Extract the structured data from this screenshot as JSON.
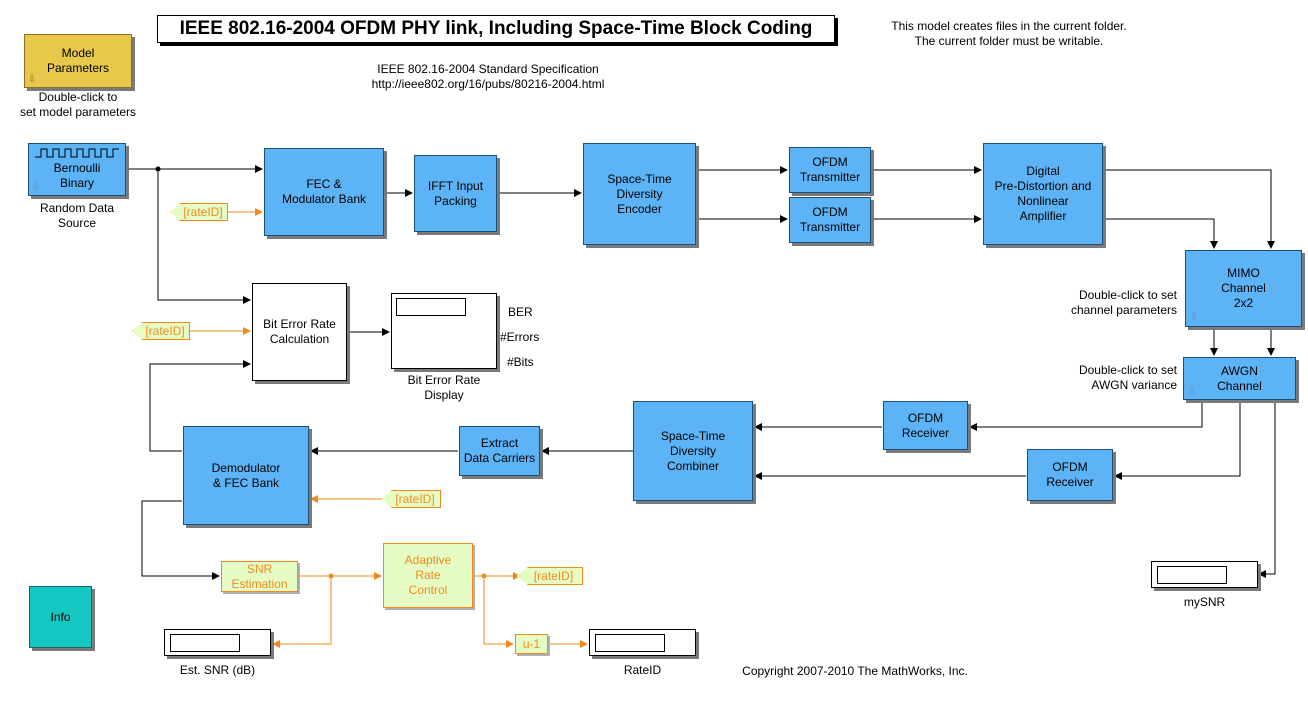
{
  "title": "IEEE 802.16-2004 OFDM PHY link, Including Space-Time Block Coding",
  "notes": {
    "folder_line1": "This model creates files in the current folder.",
    "folder_line2": "The current folder must be writable.",
    "spec_line1": "IEEE 802.16-2004 Standard Specification",
    "spec_line2": "http://ieee802.org/16/pubs/80216-2004.html",
    "copyright": "Copyright 2007-2010 The MathWorks, Inc.",
    "model_params_hint1": "Double-click to",
    "model_params_hint2": "set model parameters",
    "channel_hint1": "Double-click to set",
    "channel_hint2": "channel parameters",
    "awgn_hint1": "Double-click to set",
    "awgn_hint2": "AWGN variance"
  },
  "blocks": {
    "model_params": {
      "l1": "Model",
      "l2": "Parameters"
    },
    "bernoulli": {
      "l1": "Bernoulli",
      "l2": "Binary",
      "cap1": "Random Data",
      "cap2": "Source"
    },
    "fec_mod": {
      "l1": "FEC &",
      "l2": "Modulator Bank"
    },
    "ifft": {
      "l1": "IFFT Input",
      "l2": "Packing"
    },
    "st_encoder": {
      "l1": "Space-Time",
      "l2": "Diversity",
      "l3": "Encoder"
    },
    "ofdm_tx1": {
      "l1": "OFDM",
      "l2": "Transmitter"
    },
    "ofdm_tx2": {
      "l1": "OFDM",
      "l2": "Transmitter"
    },
    "predistortion": {
      "l1": "Digital",
      "l2": "Pre-Distortion and",
      "l3": "Nonlinear",
      "l4": "Amplifier"
    },
    "mimo": {
      "l1": "MIMO",
      "l2": "Channel",
      "l3": "2x2"
    },
    "awgn": {
      "l1": "AWGN",
      "l2": "Channel"
    },
    "ofdm_rx1": {
      "l1": "OFDM",
      "l2": "Receiver"
    },
    "ofdm_rx2": {
      "l1": "OFDM",
      "l2": "Receiver"
    },
    "st_combiner": {
      "l1": "Space-Time",
      "l2": "Diversity",
      "l3": "Combiner"
    },
    "extract": {
      "l1": "Extract",
      "l2": "Data Carriers"
    },
    "demod": {
      "l1": "Demodulator",
      "l2": "& FEC Bank"
    },
    "ber_calc": {
      "l1": "Bit Error Rate",
      "l2": "Calculation"
    },
    "ber_display": {
      "cap1": "Bit Error Rate",
      "cap2": "Display",
      "r1": "BER",
      "r2": "#Errors",
      "r3": "#Bits"
    },
    "snr_est": {
      "l1": "SNR",
      "l2": "Estimation"
    },
    "adaptive": {
      "l1": "Adaptive",
      "l2": "Rate",
      "l3": "Control"
    },
    "unit_delay": {
      "l1": "u-1"
    },
    "est_snr_display": {
      "cap": "Est. SNR (dB)"
    },
    "rateid_display": {
      "cap": "RateID"
    },
    "mysnr": {
      "cap": "mySNR"
    },
    "info": {
      "l1": "Info"
    }
  },
  "tags": {
    "from1": "[rateID]",
    "from2": "[rateID]",
    "from3": "[rateID]",
    "goto": "[rateID]"
  },
  "colors": {
    "block_blue": "#5cb3f5",
    "signal_orange": "#f28a1d",
    "model_params_yellow": "#e8c84a",
    "info_teal": "#14c7c2",
    "light_green": "#e5fcc4"
  }
}
